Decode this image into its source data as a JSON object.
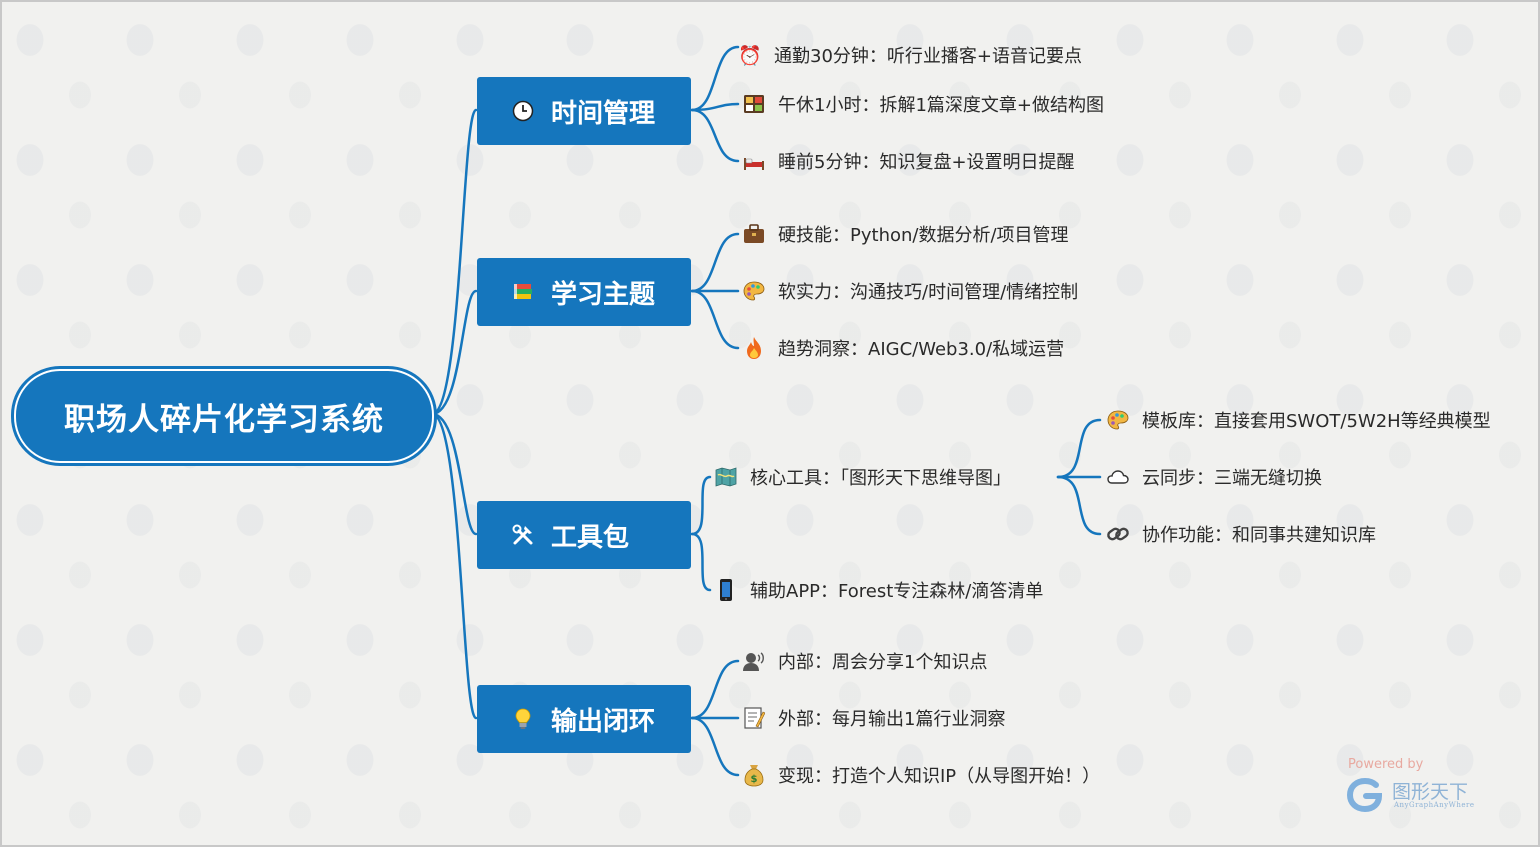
{
  "root": {
    "label": "职场人碎片化学习系统"
  },
  "branches": [
    {
      "label": "时间管理",
      "icon": "clock-icon",
      "leaves": [
        {
          "text": "通勤30分钟：听行业播客+语音记要点",
          "icon": "alarm-clock-icon"
        },
        {
          "text": "午休1小时：拆解1篇深度文章+做结构图",
          "icon": "bento-box-icon"
        },
        {
          "text": "睡前5分钟：知识复盘+设置明日提醒",
          "icon": "bed-icon"
        }
      ]
    },
    {
      "label": "学习主题",
      "icon": "books-icon",
      "leaves": [
        {
          "text": "硬技能：Python/数据分析/项目管理",
          "icon": "briefcase-icon"
        },
        {
          "text": "软实力：沟通技巧/时间管理/情绪控制",
          "icon": "palette-icon"
        },
        {
          "text": "趋势洞察：AIGC/Web3.0/私域运营",
          "icon": "fire-icon"
        }
      ]
    },
    {
      "label": "工具包",
      "icon": "tools-icon",
      "leaves": [
        {
          "text": "核心工具：「图形天下思维导图」",
          "icon": "map-icon",
          "children": [
            {
              "text": "模板库：直接套用SWOT/5W2H等经典模型",
              "icon": "palette-icon"
            },
            {
              "text": "云同步：三端无缝切换",
              "icon": "cloud-icon"
            },
            {
              "text": "协作功能：和同事共建知识库",
              "icon": "link-icon"
            }
          ]
        },
        {
          "text": "辅助APP：Forest专注森林/滴答清单",
          "icon": "mobile-phone-icon"
        }
      ]
    },
    {
      "label": "输出闭环",
      "icon": "light-bulb-icon",
      "leaves": [
        {
          "text": "内部：周会分享1个知识点",
          "icon": "speaking-person-icon"
        },
        {
          "text": "外部：每月输出1篇行业洞察",
          "icon": "memo-icon"
        },
        {
          "text": "变现：打造个人知识IP（从导图开始！）",
          "icon": "money-bag-icon"
        }
      ]
    }
  ],
  "watermark": {
    "powered": "Powered by",
    "name": "图形天下",
    "sub": "AnyGraphAnyWhere"
  },
  "colors": {
    "primary": "#1576bd",
    "text": "#2a2a2a",
    "background": "#f1f1ef"
  }
}
